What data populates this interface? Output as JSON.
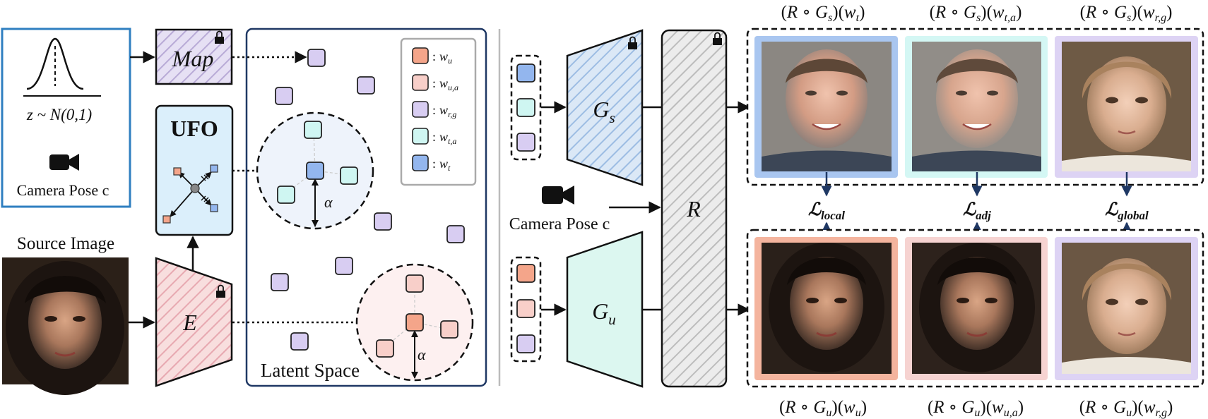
{
  "labels": {
    "z_dist": "z ~ N(0,1)",
    "camera_pose_left": "Camera Pose c",
    "map": "Map",
    "ufo": "UFO",
    "source_image": "Source Image",
    "encoder": "E",
    "latent_space": "Latent Space",
    "alpha": "α",
    "camera_pose_mid": "Camera Pose c",
    "gs_main": "G",
    "gs_sub": "s",
    "gu_main": "G",
    "gu_sub": "u",
    "renderer": "R",
    "loss_main": "ℒ",
    "loss_local": "local",
    "loss_adj": "adj",
    "loss_global": "global"
  },
  "legend": [
    {
      "main": "w",
      "sub": "u",
      "color": "#f4a58a"
    },
    {
      "main": "w",
      "sub": "u,a",
      "color": "#f8cfc9"
    },
    {
      "main": "w",
      "sub": "r,g",
      "color": "#d8cdf2"
    },
    {
      "main": "w",
      "sub": "t,a",
      "color": "#cff6f2"
    },
    {
      "main": "w",
      "sub": "t",
      "color": "#93b6ee"
    }
  ],
  "legend_sep": ":",
  "top_captions": [
    {
      "g": "G",
      "gsub": "s",
      "w": "w",
      "wsub": "t"
    },
    {
      "g": "G",
      "gsub": "s",
      "w": "w",
      "wsub": "t,a"
    },
    {
      "g": "G",
      "gsub": "s",
      "w": "w",
      "wsub": "r,g"
    }
  ],
  "bottom_captions": [
    {
      "g": "G",
      "gsub": "u",
      "w": "w",
      "wsub": "u"
    },
    {
      "g": "G",
      "gsub": "u",
      "w": "w",
      "wsub": "u,a"
    },
    {
      "g": "G",
      "gsub": "u",
      "w": "w",
      "wsub": "r,g"
    }
  ],
  "caption_tokens": {
    "open": "(",
    "r": "R",
    "compose": " ∘ ",
    "close": ")"
  },
  "colors": {
    "w_u": "#f4a58a",
    "w_ua": "#f8cfc9",
    "w_rg": "#d8cdf2",
    "w_ta": "#cff6f2",
    "w_t": "#93b6ee",
    "frame_blue": "#a9c6f0",
    "frame_cyan": "#d4f7f4",
    "frame_lavender": "#ddd3f4",
    "frame_salmon": "#f4b49e",
    "frame_pink": "#f6d3d1",
    "navy": "#1f3864",
    "ufo_fill": "#dbeffb"
  }
}
